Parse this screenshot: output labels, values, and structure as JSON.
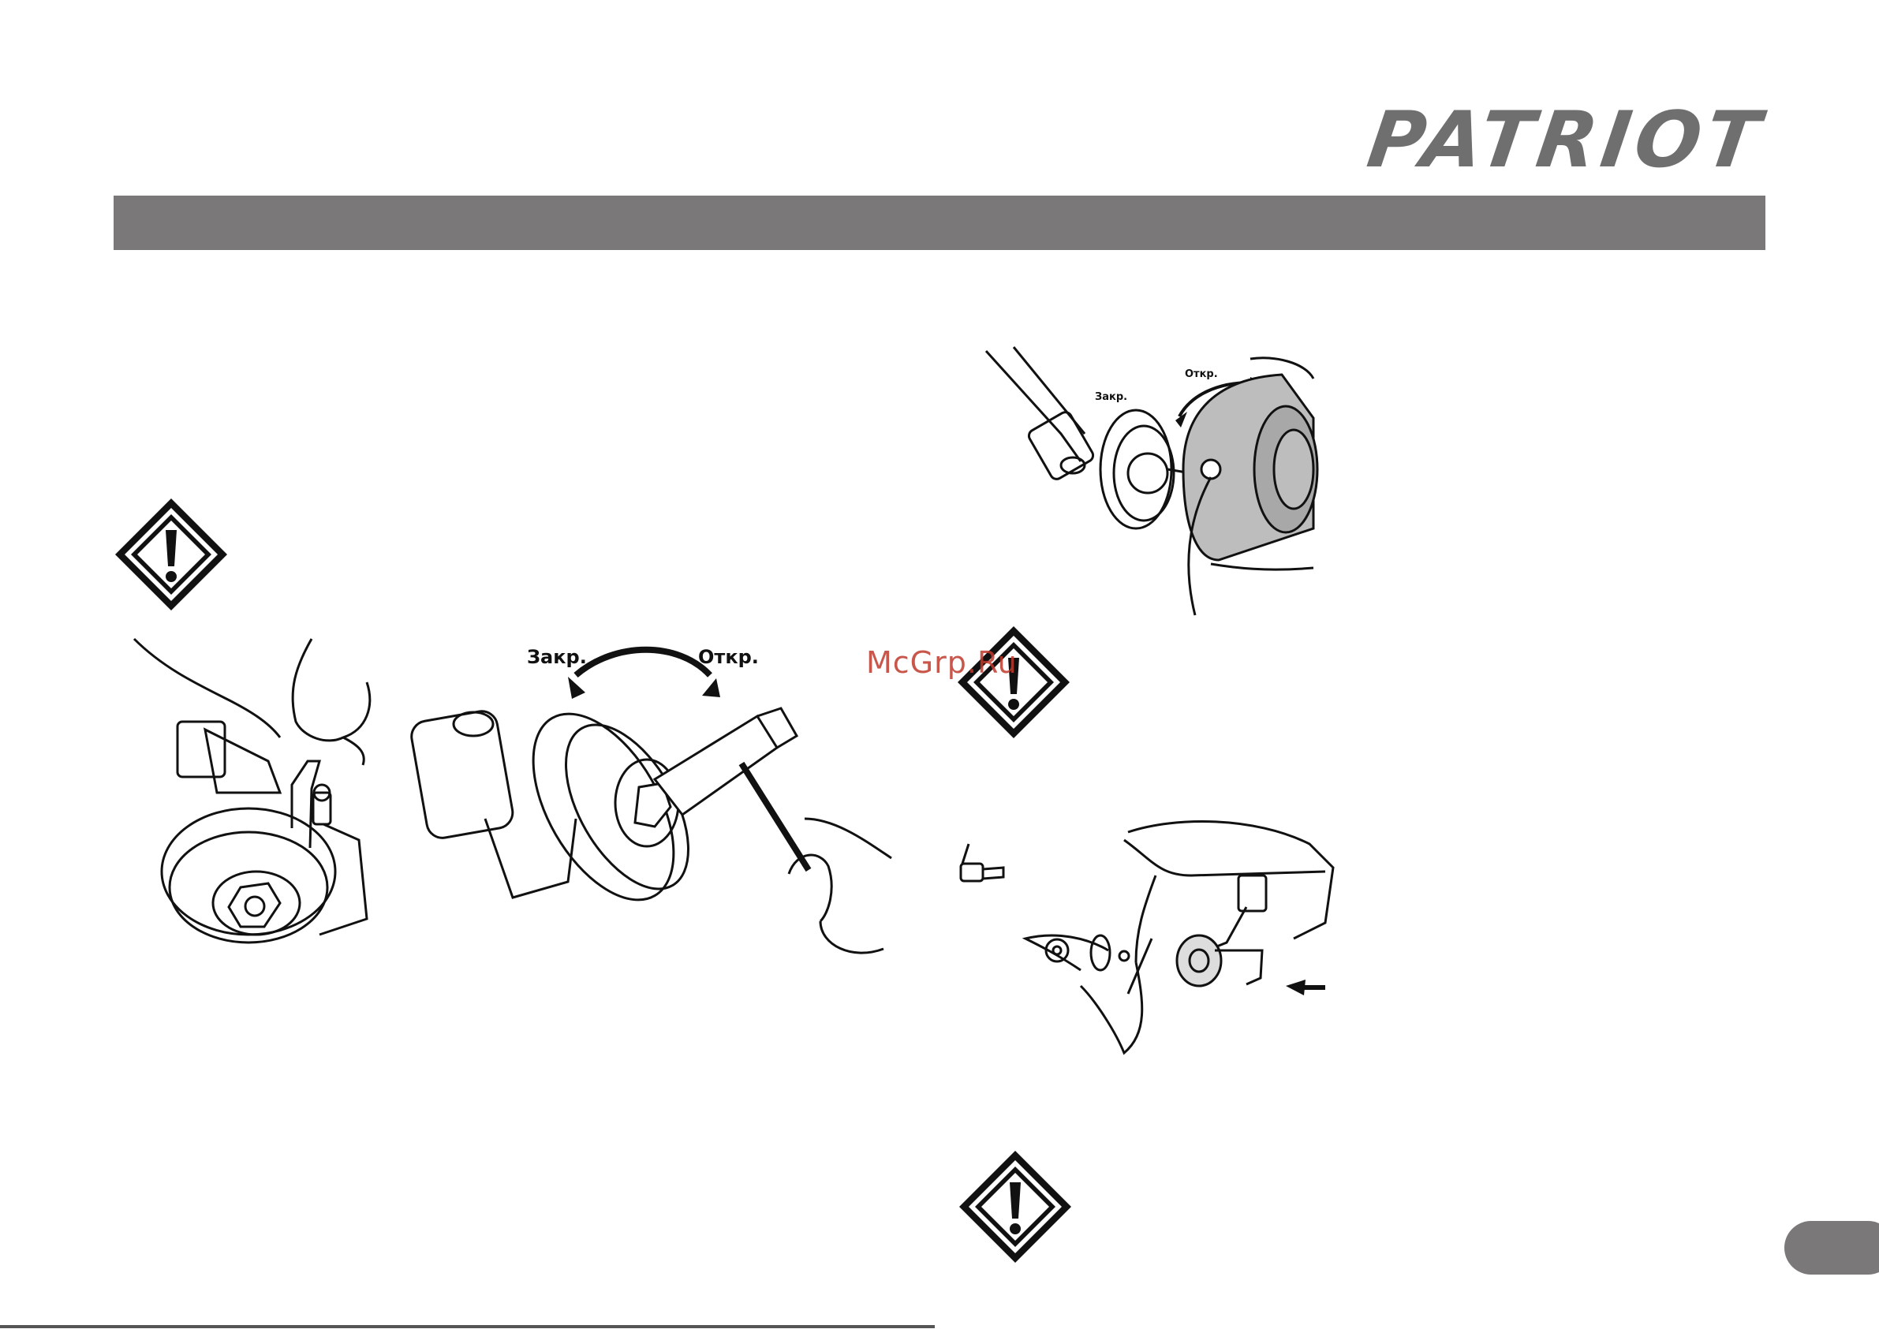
{
  "brand": {
    "logo_text": "PATRIOT",
    "color": "#6f6f6f"
  },
  "header_bar": {
    "color": "#7a7878"
  },
  "figures": {
    "wrench_labels": {
      "close": "Закр.",
      "open": "Откр."
    },
    "spool_labels": {
      "close": "Закр.",
      "open": "Откр."
    }
  },
  "icons": {
    "warning": "warning-diamond-icon"
  },
  "watermark": {
    "text": "McGrp.Ru",
    "color": "#c0392b"
  },
  "page_tab": {
    "color": "#7a7878"
  }
}
